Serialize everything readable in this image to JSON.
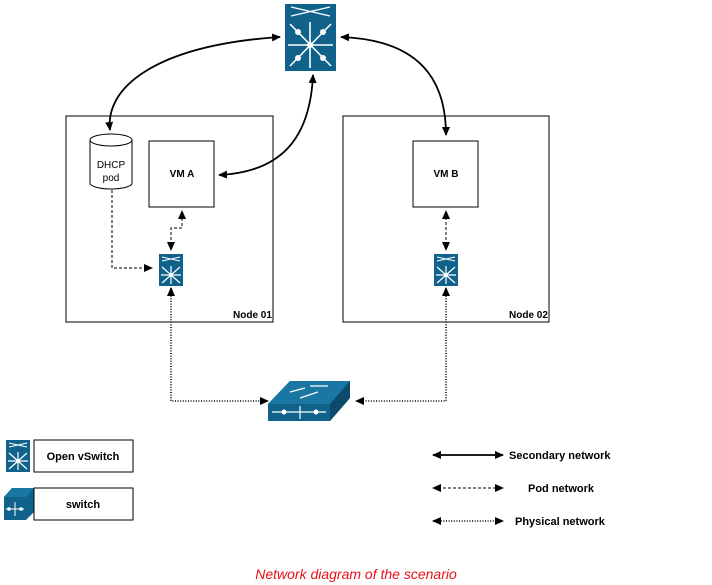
{
  "nodes": {
    "node01": {
      "label": "Node 01"
    },
    "node02": {
      "label": "Node 02"
    },
    "dhcp": {
      "line1": "DHCP",
      "line2": "pod"
    },
    "vm_a": {
      "label": "VM A"
    },
    "vm_b": {
      "label": "VM B"
    }
  },
  "legend": {
    "ovs": "Open vSwitch",
    "switch": "switch",
    "secondary": "Secondary network",
    "pod": "Pod network",
    "physical": "Physical network"
  },
  "caption": "Network diagram of the scenario",
  "colors": {
    "device_blue": "#10628a",
    "device_dark": "#0b4a6a",
    "device_light": "#cfe3ef",
    "caption_red": "#e8101a"
  },
  "icons": {
    "top_device": "ovs-switch-icon",
    "ovs": "open-vswitch-icon",
    "switch": "network-switch-icon"
  }
}
